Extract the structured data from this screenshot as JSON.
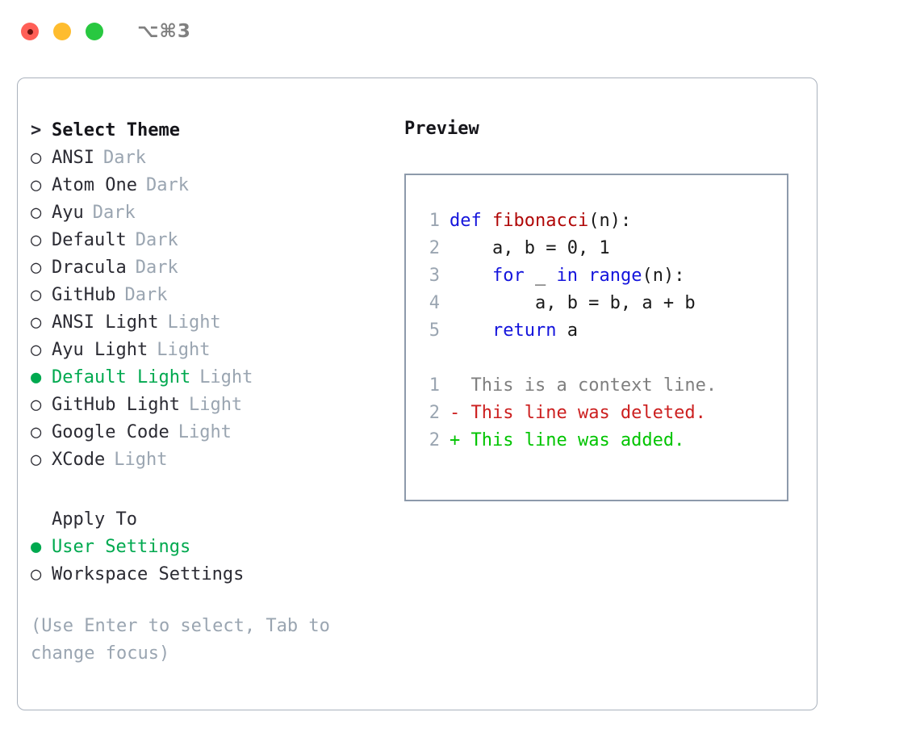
{
  "titlebar": {
    "lights": [
      {
        "name": "close",
        "color": "#ff5f57"
      },
      {
        "name": "minimize",
        "color": "#febc2e"
      },
      {
        "name": "zoom",
        "color": "#28c840"
      }
    ],
    "shortcut": "⌥⌘3"
  },
  "theme_list": {
    "header_marker": ">",
    "header": "Select Theme",
    "selected_theme": "Default Light",
    "items": [
      {
        "marker": "○",
        "label": "ANSI",
        "tag": "Dark",
        "selected": false
      },
      {
        "marker": "○",
        "label": "Atom One",
        "tag": "Dark",
        "selected": false
      },
      {
        "marker": "○",
        "label": "Ayu",
        "tag": "Dark",
        "selected": false
      },
      {
        "marker": "○",
        "label": "Default",
        "tag": "Dark",
        "selected": false
      },
      {
        "marker": "○",
        "label": "Dracula",
        "tag": "Dark",
        "selected": false
      },
      {
        "marker": "○",
        "label": "GitHub",
        "tag": "Dark",
        "selected": false
      },
      {
        "marker": "○",
        "label": "ANSI Light",
        "tag": "Light",
        "selected": false
      },
      {
        "marker": "○",
        "label": "Ayu Light",
        "tag": "Light",
        "selected": false
      },
      {
        "marker": "●",
        "label": "Default Light",
        "tag": "Light",
        "selected": true
      },
      {
        "marker": "○",
        "label": "GitHub Light",
        "tag": "Light",
        "selected": false
      },
      {
        "marker": "○",
        "label": "Google Code",
        "tag": "Light",
        "selected": false
      },
      {
        "marker": "○",
        "label": "XCode",
        "tag": "Light",
        "selected": false
      }
    ]
  },
  "apply_to": {
    "title": "Apply To",
    "selected_option": "User Settings",
    "options": [
      {
        "marker": "●",
        "label": "User Settings",
        "selected": true
      },
      {
        "marker": "○",
        "label": "Workspace Settings",
        "selected": false
      }
    ]
  },
  "hint": "(Use Enter to select, Tab to change focus)",
  "preview": {
    "title": "Preview",
    "code_lines": [
      {
        "lineno": "1",
        "tokens": [
          {
            "text": "def ",
            "kind": "kw"
          },
          {
            "text": "fibonacci",
            "kind": "fn"
          },
          {
            "text": "(n):",
            "kind": "plain"
          }
        ]
      },
      {
        "lineno": "2",
        "tokens": [
          {
            "text": "    a, b = 0, 1",
            "kind": "plain"
          }
        ]
      },
      {
        "lineno": "3",
        "tokens": [
          {
            "text": "    ",
            "kind": "plain"
          },
          {
            "text": "for",
            "kind": "kw"
          },
          {
            "text": " _ ",
            "kind": "plain"
          },
          {
            "text": "in",
            "kind": "kw"
          },
          {
            "text": " ",
            "kind": "plain"
          },
          {
            "text": "range",
            "kind": "kw"
          },
          {
            "text": "(n):",
            "kind": "plain"
          }
        ]
      },
      {
        "lineno": "4",
        "tokens": [
          {
            "text": "        a, b = b, a + b",
            "kind": "plain"
          }
        ]
      },
      {
        "lineno": "5",
        "tokens": [
          {
            "text": "    ",
            "kind": "plain"
          },
          {
            "text": "return",
            "kind": "kw"
          },
          {
            "text": " a",
            "kind": "plain"
          }
        ]
      }
    ],
    "diff_lines": [
      {
        "lineno": "1",
        "sign": " ",
        "text": "This is a context line.",
        "kind": "context"
      },
      {
        "lineno": "2",
        "sign": "-",
        "text": "This line was deleted.",
        "kind": "deleted"
      },
      {
        "lineno": "2",
        "sign": "+",
        "text": "This line was added.",
        "kind": "added"
      }
    ]
  },
  "colors": {
    "selected_green": "#00a94f",
    "muted_gray": "#9aa5b1",
    "keyword_blue": "#1414dc",
    "function_red": "#b00707",
    "diff_deleted": "#cc1f1f",
    "diff_added": "#00c400",
    "border": "#aab2bd"
  }
}
